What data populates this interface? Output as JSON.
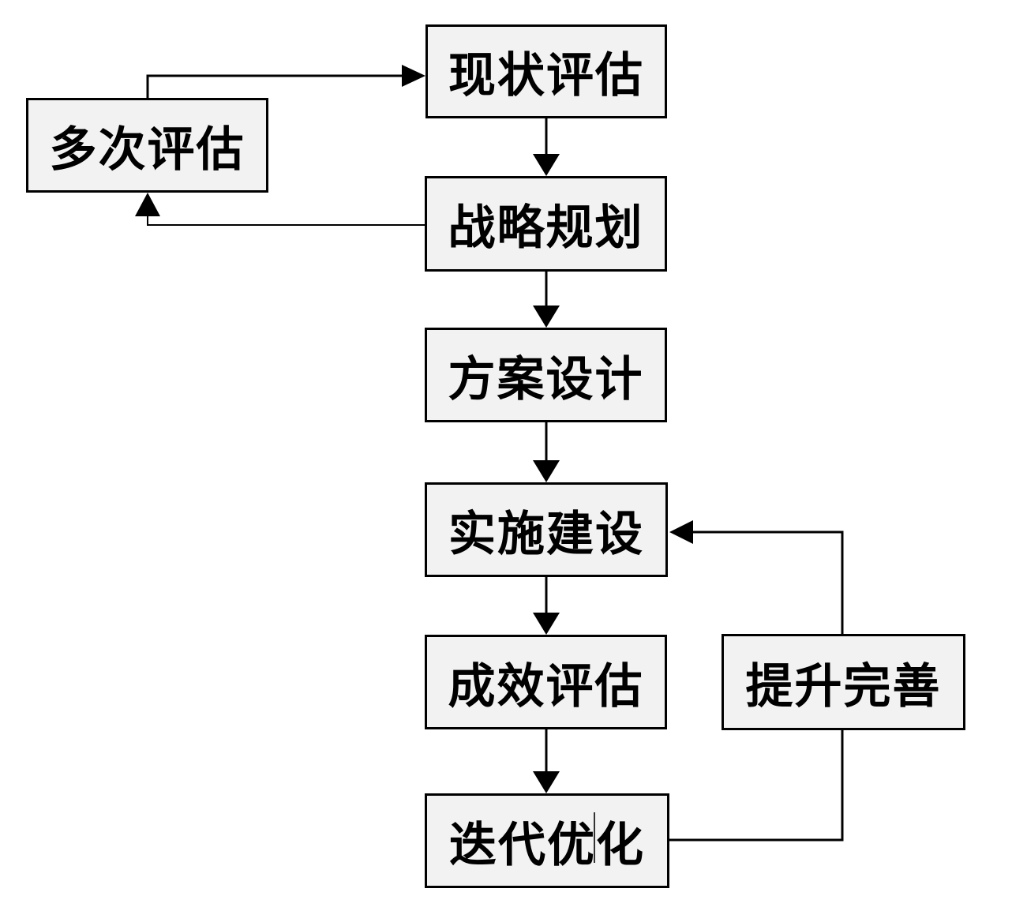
{
  "colors": {
    "box_fill": "#f2f2f2",
    "box_border": "#000000",
    "line": "#000000",
    "text": "#000000",
    "background": "#ffffff"
  },
  "nodes": [
    {
      "id": "multiple-assessment",
      "label": "多次评估"
    },
    {
      "id": "current-assessment",
      "label": "现状评估"
    },
    {
      "id": "strategic-planning",
      "label": "战略规划"
    },
    {
      "id": "solution-design",
      "label": "方案设计"
    },
    {
      "id": "implementation",
      "label": "实施建设"
    },
    {
      "id": "effect-assessment",
      "label": "成效评估"
    },
    {
      "id": "iterative-optimization",
      "label": "迭代优化"
    },
    {
      "id": "improvement",
      "label": "提升完善"
    }
  ]
}
